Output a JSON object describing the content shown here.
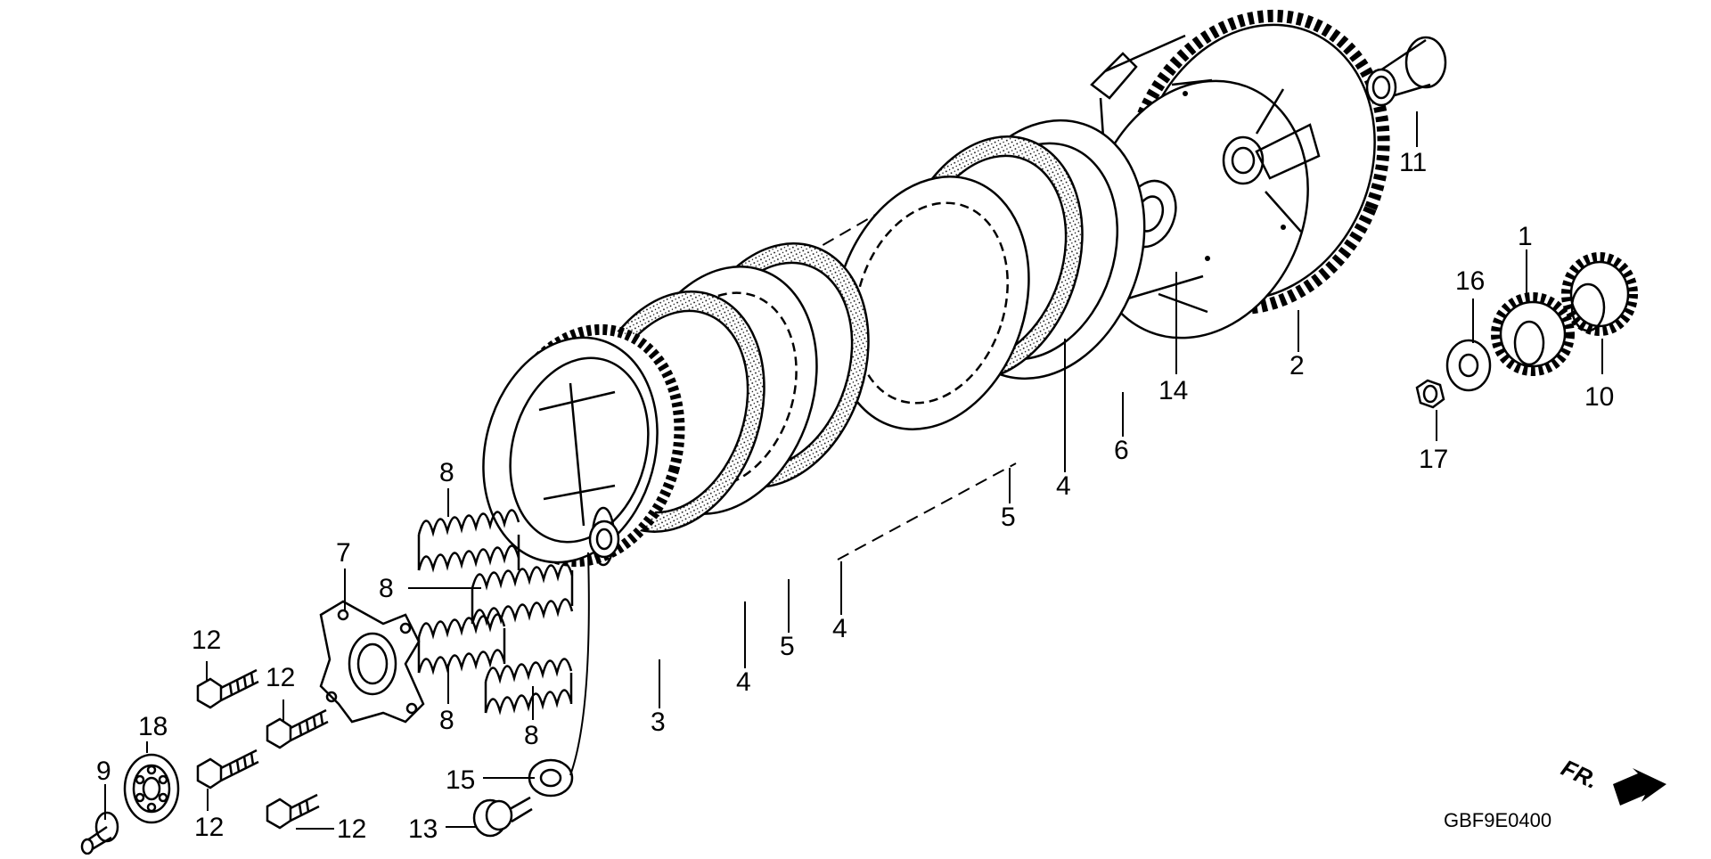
{
  "diagram": {
    "reference_code": "GBF9E0400",
    "direction_marker": "FR.",
    "callouts": [
      {
        "id": "c1",
        "label": "1"
      },
      {
        "id": "c2",
        "label": "2"
      },
      {
        "id": "c3",
        "label": "3"
      },
      {
        "id": "c4a",
        "label": "4"
      },
      {
        "id": "c4b",
        "label": "4"
      },
      {
        "id": "c4c",
        "label": "4"
      },
      {
        "id": "c5a",
        "label": "5"
      },
      {
        "id": "c5b",
        "label": "5"
      },
      {
        "id": "c6",
        "label": "6"
      },
      {
        "id": "c7",
        "label": "7"
      },
      {
        "id": "c8a",
        "label": "8"
      },
      {
        "id": "c8b",
        "label": "8"
      },
      {
        "id": "c8c",
        "label": "8"
      },
      {
        "id": "c8d",
        "label": "8"
      },
      {
        "id": "c9",
        "label": "9"
      },
      {
        "id": "c10",
        "label": "10"
      },
      {
        "id": "c11",
        "label": "11"
      },
      {
        "id": "c12a",
        "label": "12"
      },
      {
        "id": "c12b",
        "label": "12"
      },
      {
        "id": "c12c",
        "label": "12"
      },
      {
        "id": "c12d",
        "label": "12"
      },
      {
        "id": "c13",
        "label": "13"
      },
      {
        "id": "c14",
        "label": "14"
      },
      {
        "id": "c15",
        "label": "15"
      },
      {
        "id": "c16",
        "label": "16"
      },
      {
        "id": "c17",
        "label": "17"
      },
      {
        "id": "c18",
        "label": "18"
      }
    ]
  }
}
